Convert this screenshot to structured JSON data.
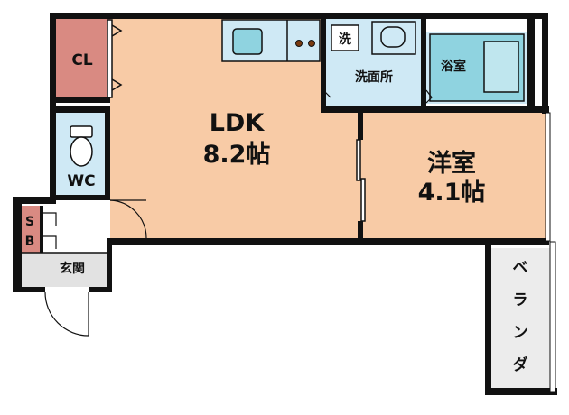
{
  "floorplan": {
    "rooms": {
      "ldk": {
        "name": "LDK",
        "size": "8.2帖"
      },
      "western": {
        "name": "洋室",
        "size": "4.1帖"
      },
      "closet": {
        "name": "CL"
      },
      "toilet": {
        "name": "WC"
      },
      "washroom": {
        "name": "洗面所"
      },
      "bathroom": {
        "name": "浴室"
      },
      "entrance": {
        "name": "玄関"
      },
      "shoebox": {
        "line1": "S",
        "line2": "B"
      },
      "washer": {
        "name": "洗"
      },
      "balcony": {
        "chars": [
          "ベ",
          "ラ",
          "ン",
          "ダ"
        ]
      }
    },
    "colors": {
      "wall": "#111111",
      "floor_ldk": "#f8cba6",
      "closet": "#d98a82",
      "wet_area": "#cfe9f5",
      "bath_fixture": "#8fd3e0",
      "entrance": "#e2e2e2",
      "balcony": "#ececec"
    }
  }
}
